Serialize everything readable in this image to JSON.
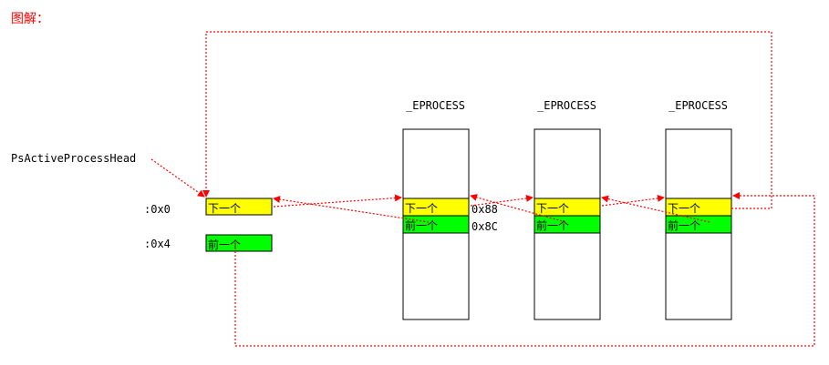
{
  "title": "图解：",
  "head": {
    "label": "PsActiveProcessHead",
    "offset_next": ":0x0",
    "offset_prev": ":0x4",
    "next_label": "下一个",
    "prev_label": "前一个"
  },
  "eprocess": [
    {
      "label": "_EPROCESS",
      "next_label": "下一个",
      "prev_label": "前一个",
      "offset_next": "0x88",
      "offset_prev": "0x8C"
    },
    {
      "label": "_EPROCESS",
      "next_label": "下一个",
      "prev_label": "前一个"
    },
    {
      "label": "_EPROCESS",
      "next_label": "下一个",
      "prev_label": "前一个"
    }
  ],
  "colors": {
    "next_fill": "#ffff00",
    "prev_fill": "#00ff00",
    "arrow": "#ff0000",
    "title": "#ff0000"
  }
}
